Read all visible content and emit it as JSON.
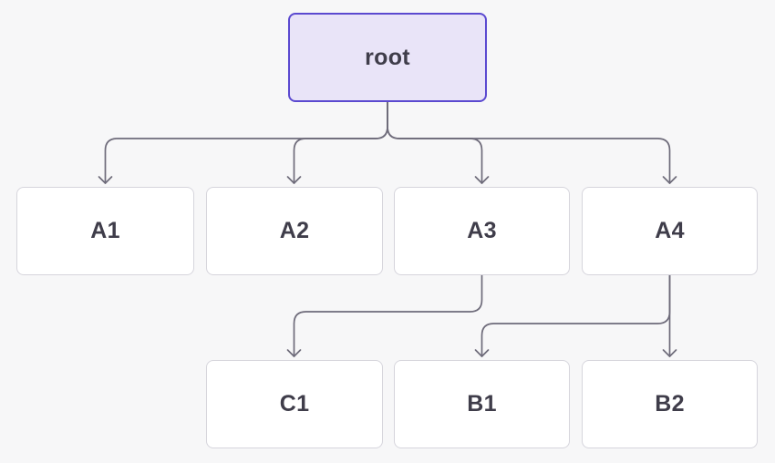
{
  "diagram": {
    "type": "flow-tree",
    "background_color": "#f7f7f8",
    "edge_color": "#6e6b7a",
    "node_style": {
      "fill": "#ffffff",
      "border_color": "#d6d5dc",
      "label_color": "#3f3d4a"
    },
    "root_node_style": {
      "fill": "#e9e4f8",
      "border_color": "#5b49d0"
    },
    "nodes": [
      {
        "id": "root",
        "label": "root",
        "variant": "root"
      },
      {
        "id": "a1",
        "label": "A1",
        "variant": "default"
      },
      {
        "id": "a2",
        "label": "A2",
        "variant": "default"
      },
      {
        "id": "a3",
        "label": "A3",
        "variant": "default"
      },
      {
        "id": "a4",
        "label": "A4",
        "variant": "default"
      },
      {
        "id": "c1",
        "label": "C1",
        "variant": "default"
      },
      {
        "id": "b1",
        "label": "B1",
        "variant": "default"
      },
      {
        "id": "b2",
        "label": "B2",
        "variant": "default"
      }
    ],
    "edges": [
      {
        "from": "root",
        "to": "A1"
      },
      {
        "from": "root",
        "to": "A2"
      },
      {
        "from": "root",
        "to": "A3"
      },
      {
        "from": "root",
        "to": "A4"
      },
      {
        "from": "A3",
        "to": "C1"
      },
      {
        "from": "A4",
        "to": "B1"
      },
      {
        "from": "A4",
        "to": "B2"
      }
    ]
  }
}
